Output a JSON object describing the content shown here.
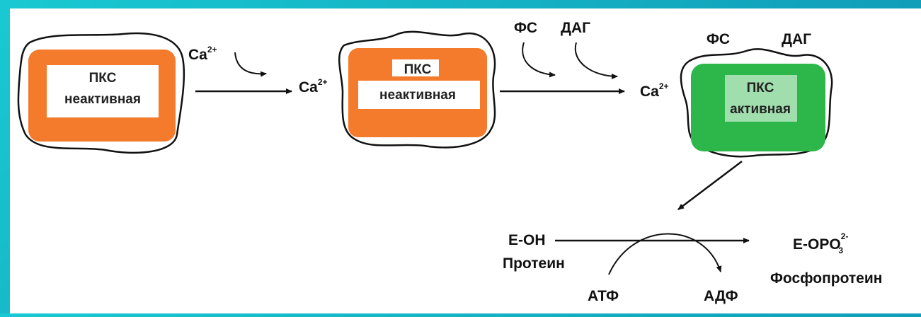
{
  "colors": {
    "inactive": "#f47a2c",
    "active": "#2db64a",
    "line": "#111111",
    "frame": "#19c9d2"
  },
  "enzyme_1": {
    "name": "ПКС",
    "state": "неактивная"
  },
  "enzyme_2": {
    "name": "ПКС",
    "state": "неактивная"
  },
  "enzyme_3": {
    "name": "ПКС",
    "state": "активная"
  },
  "calcium": {
    "base": "Ca",
    "charge": "2+"
  },
  "lipids": {
    "ps": "ФС",
    "dag": "ДАГ"
  },
  "reaction": {
    "substrate_formula": "E-OH",
    "substrate_name": "Протеин",
    "product_formula_main": "E-OPO",
    "product_sub": "3",
    "product_sup": "2-",
    "product_name": "Фосфопротеин",
    "cofactor_in": "АТФ",
    "cofactor_out": "АДФ"
  }
}
